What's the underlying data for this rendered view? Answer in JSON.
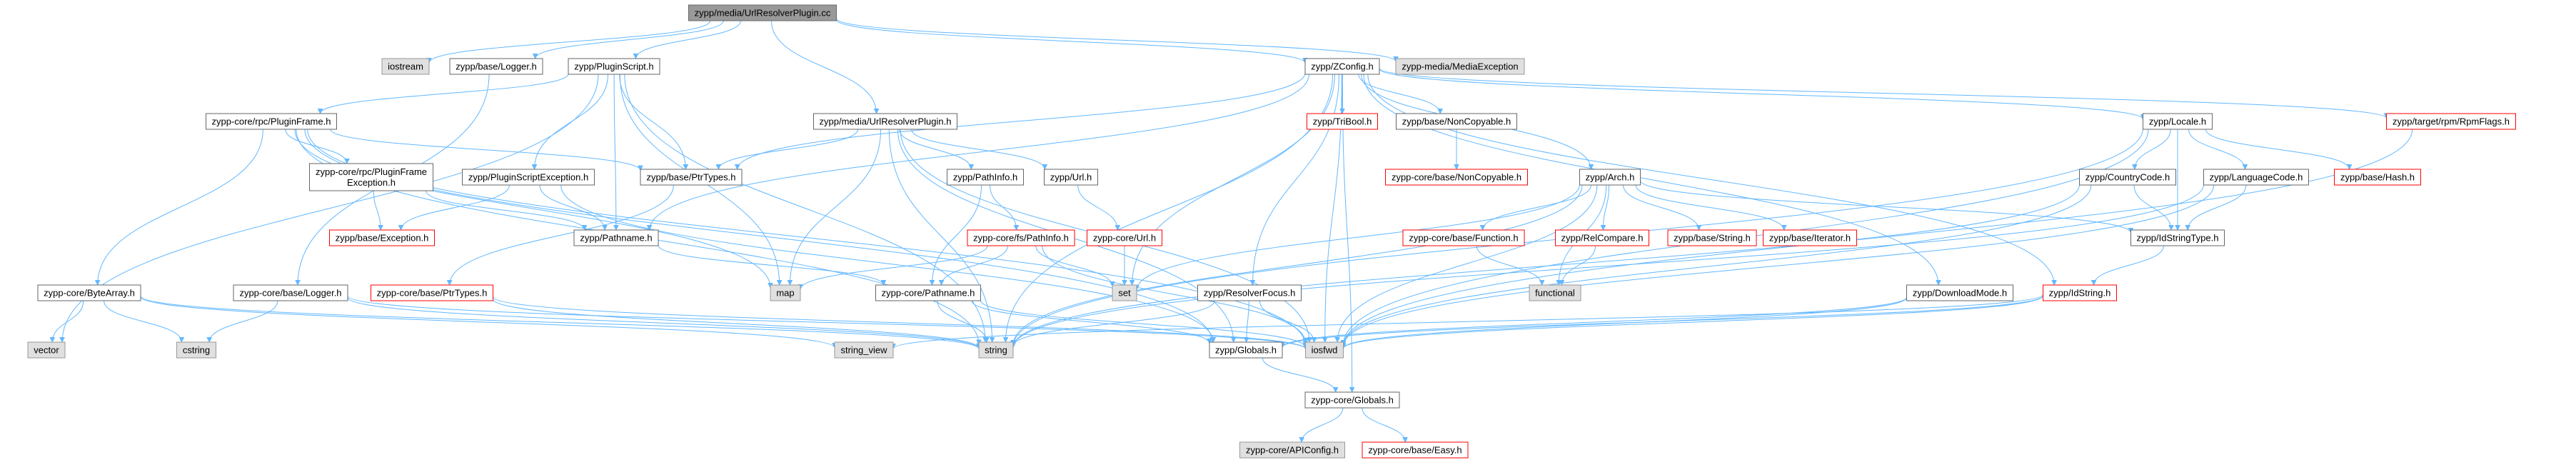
{
  "graph": {
    "colors": {
      "root_fill": "#999999",
      "root_stroke": "#666666",
      "node_fill": "#ffffff",
      "node_stroke": "#666666",
      "external_fill": "#e0e0e0",
      "external_stroke": "#999999",
      "incomplete_stroke": "#ff0000",
      "edge": "#63b8ff"
    },
    "nodes": [
      {
        "id": "root",
        "label": "zypp/media/UrlResolverPlugin.cc",
        "kind": "root"
      },
      {
        "id": "iostream",
        "label": "iostream",
        "kind": "external"
      },
      {
        "id": "zypp_base_logger",
        "label": "zypp/base/Logger.h",
        "kind": "normal"
      },
      {
        "id": "zypp_pluginscript",
        "label": "zypp/PluginScript.h",
        "kind": "normal"
      },
      {
        "id": "zypp_zconfig",
        "label": "zypp/ZConfig.h",
        "kind": "normal"
      },
      {
        "id": "media_exception",
        "label": "zypp-media/MediaException",
        "kind": "external"
      },
      {
        "id": "core_pluginframe",
        "label": "zypp-core/rpc/PluginFrame.h",
        "kind": "normal"
      },
      {
        "id": "media_urlresolverplugin",
        "label": "zypp/media/UrlResolverPlugin.h",
        "kind": "normal"
      },
      {
        "id": "tribool",
        "label": "zypp/TriBool.h",
        "kind": "incomplete"
      },
      {
        "id": "noncopyable",
        "label": "zypp/base/NonCopyable.h",
        "kind": "normal"
      },
      {
        "id": "locale",
        "label": "zypp/Locale.h",
        "kind": "normal"
      },
      {
        "id": "rpmflags",
        "label": "zypp/target/rpm/RpmFlags.h",
        "kind": "incomplete"
      },
      {
        "id": "pluginframeexception",
        "label": "zypp-core/rpc/PluginFrame\nException.h",
        "kind": "normal"
      },
      {
        "id": "pluginscriptexception",
        "label": "zypp/PluginScriptException.h",
        "kind": "normal"
      },
      {
        "id": "ptrtypes",
        "label": "zypp/base/PtrTypes.h",
        "kind": "normal"
      },
      {
        "id": "pathinfo",
        "label": "zypp/PathInfo.h",
        "kind": "normal"
      },
      {
        "id": "url",
        "label": "zypp/Url.h",
        "kind": "normal"
      },
      {
        "id": "core_noncopyable",
        "label": "zypp-core/base/NonCopyable.h",
        "kind": "incomplete"
      },
      {
        "id": "arch",
        "label": "zypp/Arch.h",
        "kind": "normal"
      },
      {
        "id": "countrycode",
        "label": "zypp/CountryCode.h",
        "kind": "normal"
      },
      {
        "id": "languagecode",
        "label": "zypp/LanguageCode.h",
        "kind": "normal"
      },
      {
        "id": "base_hash",
        "label": "zypp/base/Hash.h",
        "kind": "incomplete"
      },
      {
        "id": "base_exception",
        "label": "zypp/base/Exception.h",
        "kind": "incomplete"
      },
      {
        "id": "pathname",
        "label": "zypp/Pathname.h",
        "kind": "normal"
      },
      {
        "id": "core_fs_pathinfo",
        "label": "zypp-core/fs/PathInfo.h",
        "kind": "incomplete"
      },
      {
        "id": "core_url",
        "label": "zypp-core/Url.h",
        "kind": "incomplete"
      },
      {
        "id": "core_function",
        "label": "zypp-core/base/Function.h",
        "kind": "incomplete"
      },
      {
        "id": "relcompare",
        "label": "zypp/RelCompare.h",
        "kind": "incomplete"
      },
      {
        "id": "base_string",
        "label": "zypp/base/String.h",
        "kind": "incomplete"
      },
      {
        "id": "base_iterator",
        "label": "zypp/base/Iterator.h",
        "kind": "incomplete"
      },
      {
        "id": "idstringtype",
        "label": "zypp/IdStringType.h",
        "kind": "normal"
      },
      {
        "id": "bytearray",
        "label": "zypp-core/ByteArray.h",
        "kind": "normal"
      },
      {
        "id": "core_base_logger",
        "label": "zypp-core/base/Logger.h",
        "kind": "normal"
      },
      {
        "id": "core_ptrtypes",
        "label": "zypp-core/base/PtrTypes.h",
        "kind": "incomplete"
      },
      {
        "id": "map",
        "label": "map",
        "kind": "external"
      },
      {
        "id": "core_pathname",
        "label": "zypp-core/Pathname.h",
        "kind": "normal"
      },
      {
        "id": "set",
        "label": "set",
        "kind": "external"
      },
      {
        "id": "resolverfocus",
        "label": "zypp/ResolverFocus.h",
        "kind": "normal"
      },
      {
        "id": "functional",
        "label": "functional",
        "kind": "external"
      },
      {
        "id": "downloadmode",
        "label": "zypp/DownloadMode.h",
        "kind": "normal"
      },
      {
        "id": "idstring",
        "label": "zypp/IdString.h",
        "kind": "incomplete"
      },
      {
        "id": "vector",
        "label": "vector",
        "kind": "external"
      },
      {
        "id": "cstring",
        "label": "cstring",
        "kind": "external"
      },
      {
        "id": "string_view",
        "label": "string_view",
        "kind": "external"
      },
      {
        "id": "string",
        "label": "string",
        "kind": "external"
      },
      {
        "id": "zypp_globals",
        "label": "zypp/Globals.h",
        "kind": "normal"
      },
      {
        "id": "iosfwd",
        "label": "iosfwd",
        "kind": "external"
      },
      {
        "id": "core_globals",
        "label": "zypp-core/Globals.h",
        "kind": "normal"
      },
      {
        "id": "apiconfig",
        "label": "zypp-core/APIConfig.h",
        "kind": "external"
      },
      {
        "id": "base_easy",
        "label": "zypp-core/base/Easy.h",
        "kind": "incomplete"
      }
    ],
    "edges": [
      [
        "root",
        "iostream"
      ],
      [
        "root",
        "zypp_base_logger"
      ],
      [
        "root",
        "zypp_pluginscript"
      ],
      [
        "root",
        "zypp_zconfig"
      ],
      [
        "root",
        "media_exception"
      ],
      [
        "root",
        "media_urlresolverplugin"
      ],
      [
        "zypp_base_logger",
        "core_base_logger"
      ],
      [
        "zypp_pluginscript",
        "core_pluginframe"
      ],
      [
        "zypp_pluginscript",
        "pluginscriptexception"
      ],
      [
        "zypp_pluginscript",
        "ptrtypes"
      ],
      [
        "zypp_pluginscript",
        "pathname"
      ],
      [
        "zypp_pluginscript",
        "string"
      ],
      [
        "zypp_pluginscript",
        "vector"
      ],
      [
        "zypp_pluginscript",
        "map"
      ],
      [
        "core_pluginframe",
        "pluginframeexception"
      ],
      [
        "core_pluginframe",
        "ptrtypes"
      ],
      [
        "core_pluginframe",
        "bytearray"
      ],
      [
        "core_pluginframe",
        "map"
      ],
      [
        "core_pluginframe",
        "string"
      ],
      [
        "core_pluginframe",
        "zypp_globals"
      ],
      [
        "core_pluginframe",
        "iosfwd"
      ],
      [
        "pluginframeexception",
        "base_exception"
      ],
      [
        "pluginframeexception",
        "pathname"
      ],
      [
        "pluginscriptexception",
        "base_exception"
      ],
      [
        "pluginscriptexception",
        "pathname"
      ],
      [
        "pluginscriptexception",
        "zypp_globals"
      ],
      [
        "ptrtypes",
        "core_ptrtypes"
      ],
      [
        "pathname",
        "core_pathname"
      ],
      [
        "media_urlresolverplugin",
        "ptrtypes"
      ],
      [
        "media_urlresolverplugin",
        "pathinfo"
      ],
      [
        "media_urlresolverplugin",
        "url"
      ],
      [
        "media_urlresolverplugin",
        "map"
      ],
      [
        "media_urlresolverplugin",
        "string"
      ],
      [
        "media_urlresolverplugin",
        "zypp_globals"
      ],
      [
        "media_urlresolverplugin",
        "iosfwd"
      ],
      [
        "pathinfo",
        "core_fs_pathinfo"
      ],
      [
        "pathinfo",
        "core_pathname"
      ],
      [
        "url",
        "core_url"
      ],
      [
        "core_fs_pathinfo",
        "set"
      ],
      [
        "core_fs_pathinfo",
        "map"
      ],
      [
        "core_fs_pathinfo",
        "core_pathname"
      ],
      [
        "core_fs_pathinfo",
        "iosfwd"
      ],
      [
        "core_url",
        "set"
      ],
      [
        "core_pathname",
        "string"
      ],
      [
        "core_pathname",
        "zypp_globals"
      ],
      [
        "core_pathname",
        "iosfwd"
      ],
      [
        "zypp_zconfig",
        "tribool"
      ],
      [
        "zypp_zconfig",
        "noncopyable"
      ],
      [
        "zypp_zconfig",
        "locale"
      ],
      [
        "zypp_zconfig",
        "rpmflags"
      ],
      [
        "zypp_zconfig",
        "arch"
      ],
      [
        "zypp_zconfig",
        "ptrtypes"
      ],
      [
        "zypp_zconfig",
        "pathname"
      ],
      [
        "zypp_zconfig",
        "set"
      ],
      [
        "zypp_zconfig",
        "string"
      ],
      [
        "zypp_zconfig",
        "resolverfocus"
      ],
      [
        "zypp_zconfig",
        "downloadmode"
      ],
      [
        "zypp_zconfig",
        "iosfwd"
      ],
      [
        "zypp_zconfig",
        "core_globals"
      ],
      [
        "zypp_zconfig",
        "idstring"
      ],
      [
        "noncopyable",
        "core_noncopyable"
      ],
      [
        "locale",
        "countrycode"
      ],
      [
        "locale",
        "languagecode"
      ],
      [
        "locale",
        "base_hash"
      ],
      [
        "locale",
        "idstringtype"
      ],
      [
        "locale",
        "string"
      ],
      [
        "locale",
        "iosfwd"
      ],
      [
        "countrycode",
        "idstringtype"
      ],
      [
        "countrycode",
        "string"
      ],
      [
        "countrycode",
        "iosfwd"
      ],
      [
        "languagecode",
        "idstringtype"
      ],
      [
        "languagecode",
        "string"
      ],
      [
        "languagecode",
        "iosfwd"
      ],
      [
        "idstringtype",
        "idstring"
      ],
      [
        "arch",
        "core_function"
      ],
      [
        "arch",
        "relcompare"
      ],
      [
        "arch",
        "base_string"
      ],
      [
        "arch",
        "base_iterator"
      ],
      [
        "arch",
        "idstringtype"
      ],
      [
        "arch",
        "set"
      ],
      [
        "arch",
        "string"
      ],
      [
        "arch",
        "functional"
      ],
      [
        "arch",
        "iosfwd"
      ],
      [
        "core_function",
        "functional"
      ],
      [
        "relcompare",
        "functional"
      ],
      [
        "rpmflags",
        "iosfwd"
      ],
      [
        "bytearray",
        "vector"
      ],
      [
        "bytearray",
        "cstring"
      ],
      [
        "bytearray",
        "string_view"
      ],
      [
        "bytearray",
        "string"
      ],
      [
        "core_base_logger",
        "cstring"
      ],
      [
        "core_base_logger",
        "iosfwd"
      ],
      [
        "core_base_logger",
        "string"
      ],
      [
        "core_ptrtypes",
        "string"
      ],
      [
        "core_ptrtypes",
        "iosfwd"
      ],
      [
        "resolverfocus",
        "string"
      ],
      [
        "resolverfocus",
        "iosfwd"
      ],
      [
        "resolverfocus",
        "zypp_globals"
      ],
      [
        "downloadmode",
        "iosfwd"
      ],
      [
        "downloadmode",
        "zypp_globals"
      ],
      [
        "idstring",
        "string_view"
      ],
      [
        "idstring",
        "iosfwd"
      ],
      [
        "idstring",
        "zypp_globals"
      ],
      [
        "zypp_globals",
        "core_globals"
      ],
      [
        "core_globals",
        "apiconfig"
      ],
      [
        "core_globals",
        "base_easy"
      ]
    ]
  }
}
